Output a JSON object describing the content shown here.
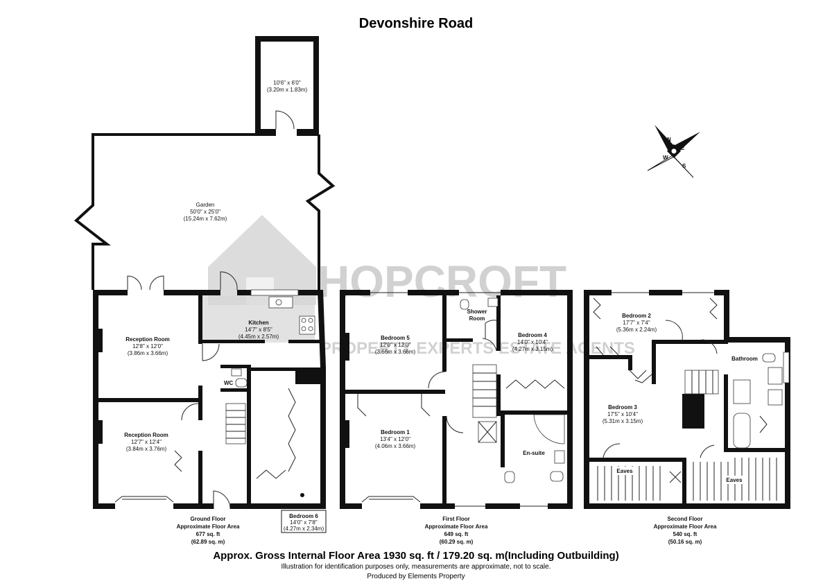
{
  "title": "Devonshire Road",
  "watermark": {
    "brand": "HOPCROFT",
    "tagline": "PROPERTY EXPERTS ESTATE AGENTS"
  },
  "compass": {
    "n": "N",
    "e": "E",
    "s": "S",
    "w": "W"
  },
  "outbuilding": {
    "imperial": "10'6\" x 6'0\"",
    "metric": "(3.20m x 1.83m)"
  },
  "garden": {
    "name": "Garden",
    "imperial": "50'0\" x 25'0\"",
    "metric": "(15.24m x 7.62m)"
  },
  "ground_floor": {
    "rooms": {
      "reception1": {
        "name": "Reception Room",
        "imperial": "12'8\" x 12'0\"",
        "metric": "(3.86m x 3.66m)"
      },
      "reception2": {
        "name": "Reception Room",
        "imperial": "12'7\" x 12'4\"",
        "metric": "(3.84m x 3.76m)"
      },
      "kitchen": {
        "name": "Kitchen",
        "imperial": "14'7\" x 8'5\"",
        "metric": "(4.45m x 2.57m)"
      },
      "wc": {
        "name": "WC"
      },
      "bedroom6": {
        "name": "Bedroom 6",
        "imperial": "14'0\" x 7'8\"",
        "metric": "(4.27m x 2.34m)"
      }
    },
    "caption": [
      "Ground Floor",
      "Approximate Floor Area",
      "677 sq. ft",
      "(62.89 sq. m)"
    ]
  },
  "first_floor": {
    "rooms": {
      "bedroom5": {
        "name": "Bedroom 5",
        "imperial": "12'0\" x 12'0\"",
        "metric": "(3.66m x 3.66m)"
      },
      "shower": {
        "name1": "Shower",
        "name2": "Room"
      },
      "bedroom4": {
        "name": "Bedroom 4",
        "imperial": "14'0\" x 10'4\"",
        "metric": "(4.27m x 3.15m)"
      },
      "bedroom1": {
        "name": "Bedroom 1",
        "imperial": "13'4\" x 12'0\"",
        "metric": "(4.06m x 3.66m)"
      },
      "ensuite": {
        "name": "En-suite"
      }
    },
    "caption": [
      "First Floor",
      "Approximate Floor Area",
      "649 sq. ft",
      "(60.29 sq. m)"
    ]
  },
  "second_floor": {
    "rooms": {
      "bedroom2": {
        "name": "Bedroom 2",
        "imperial": "17'7\" x 7'4\"",
        "metric": "(5.36m x 2.24m)"
      },
      "bathroom": {
        "name": "Bathroom"
      },
      "bedroom3": {
        "name": "Bedroom 3",
        "imperial": "17'5\" x 10'4\"",
        "metric": "(5.31m x 3.15m)"
      },
      "eaves1": {
        "name": "Eaves"
      },
      "eaves2": {
        "name": "Eaves"
      }
    },
    "caption": [
      "Second Floor",
      "Approximate Floor Area",
      "540 sq. ft",
      "(50.16 sq. m)"
    ]
  },
  "footer": {
    "gross": "Approx. Gross Internal Floor Area 1930 sq. ft / 179.20 sq. m(Including Outbuilding)",
    "disclaimer": "Illustration for identification purposes only, measurements are approximate, not to scale.",
    "producer": "Produced by Elements Property"
  }
}
